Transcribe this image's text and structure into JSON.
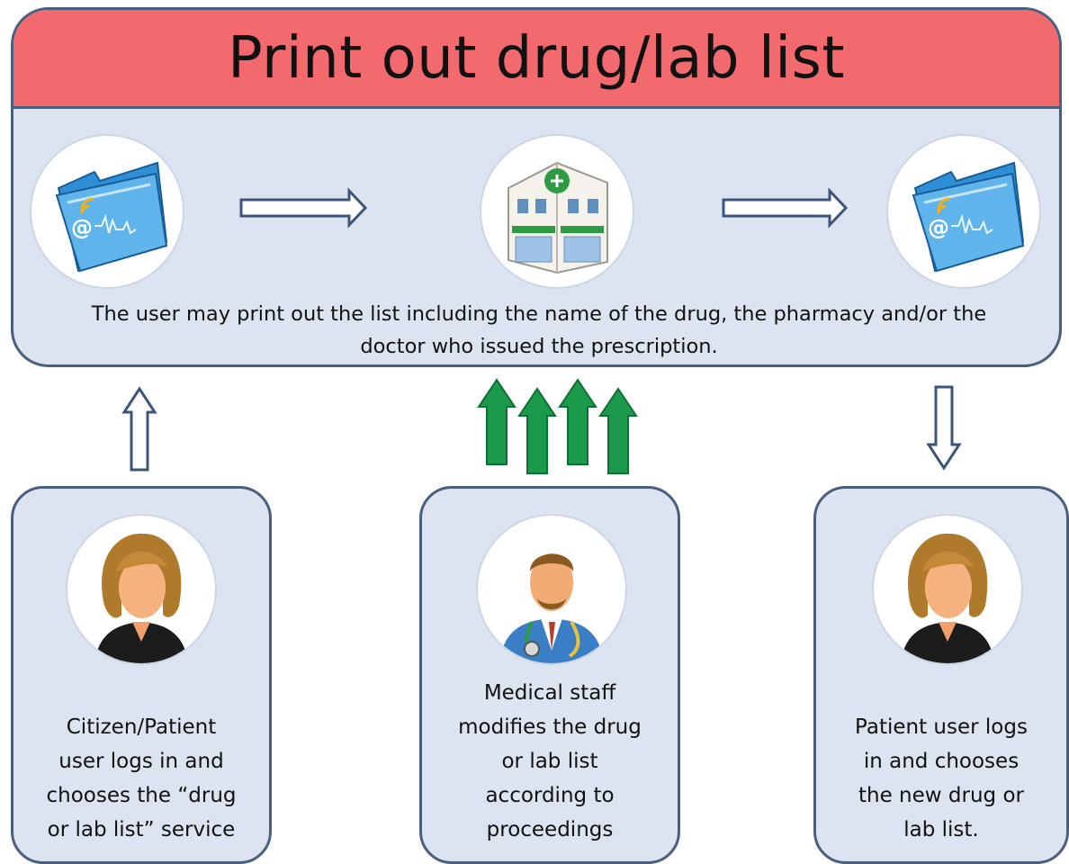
{
  "title": "Print out drug/lab list",
  "panel_text_lines": [
    "The user may print out the list including the name of the drug, the pharmacy and/or the",
    "doctor who issued the prescription."
  ],
  "boxes": [
    {
      "lines": [
        "Citizen/Patient",
        "user logs in and",
        "chooses the “drug",
        "or lab list” service"
      ]
    },
    {
      "lines": [
        "Medical staff",
        "modifies the drug",
        "or lab list",
        "according to",
        "proceedings"
      ]
    },
    {
      "lines": [
        "Patient user logs",
        "in and chooses",
        "the new drug or",
        "lab list."
      ]
    }
  ],
  "icons": {
    "folder_left": "medical-record-folder-icon",
    "pharmacy": "pharmacy-building-icon",
    "folder_right": "medical-record-folder-icon",
    "patient": "female-patient-icon",
    "doctor": "doctor-icon",
    "patient_user": "female-patient-icon"
  },
  "colors": {
    "title_bar": "#f26a6e",
    "panel_fill": "#dbe4f0",
    "border": "#4a5f7e",
    "green_arrow": "#1a9a4a"
  }
}
